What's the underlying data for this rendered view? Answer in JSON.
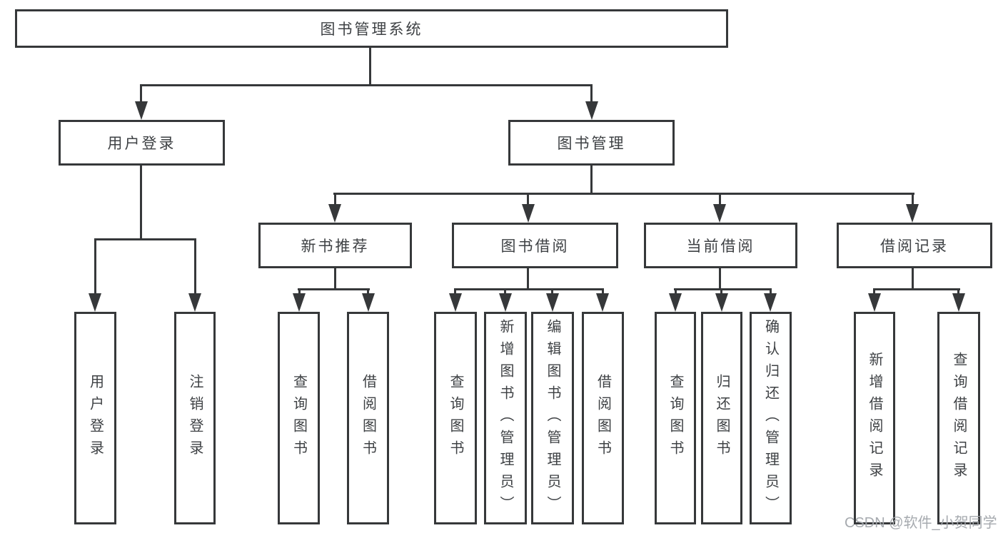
{
  "diagram": {
    "colors": {
      "line": "#36383a",
      "text": "#3e4144",
      "background": "#ffffff",
      "watermark": "#a2a6ab"
    },
    "tree": {
      "label": "图书管理系统",
      "children": [
        {
          "label": "用户登录",
          "children": [
            {
              "label": "用户登录"
            },
            {
              "label": "注销登录"
            }
          ]
        },
        {
          "label": "图书管理",
          "children": [
            {
              "label": "新书推荐",
              "children": [
                {
                  "label": "查询图书"
                },
                {
                  "label": "借阅图书"
                }
              ]
            },
            {
              "label": "图书借阅",
              "children": [
                {
                  "label": "查询图书"
                },
                {
                  "label": "新增图书（管理员）"
                },
                {
                  "label": "编辑图书（管理员）"
                },
                {
                  "label": "借阅图书"
                }
              ]
            },
            {
              "label": "当前借阅",
              "children": [
                {
                  "label": "查询图书"
                },
                {
                  "label": "归还图书"
                },
                {
                  "label": "确认归还（管理员）"
                }
              ]
            },
            {
              "label": "借阅记录",
              "children": [
                {
                  "label": "新增借阅记录"
                },
                {
                  "label": "查询借阅记录"
                }
              ]
            }
          ]
        }
      ]
    },
    "watermark": "CSDN @软件_小贺同学"
  }
}
